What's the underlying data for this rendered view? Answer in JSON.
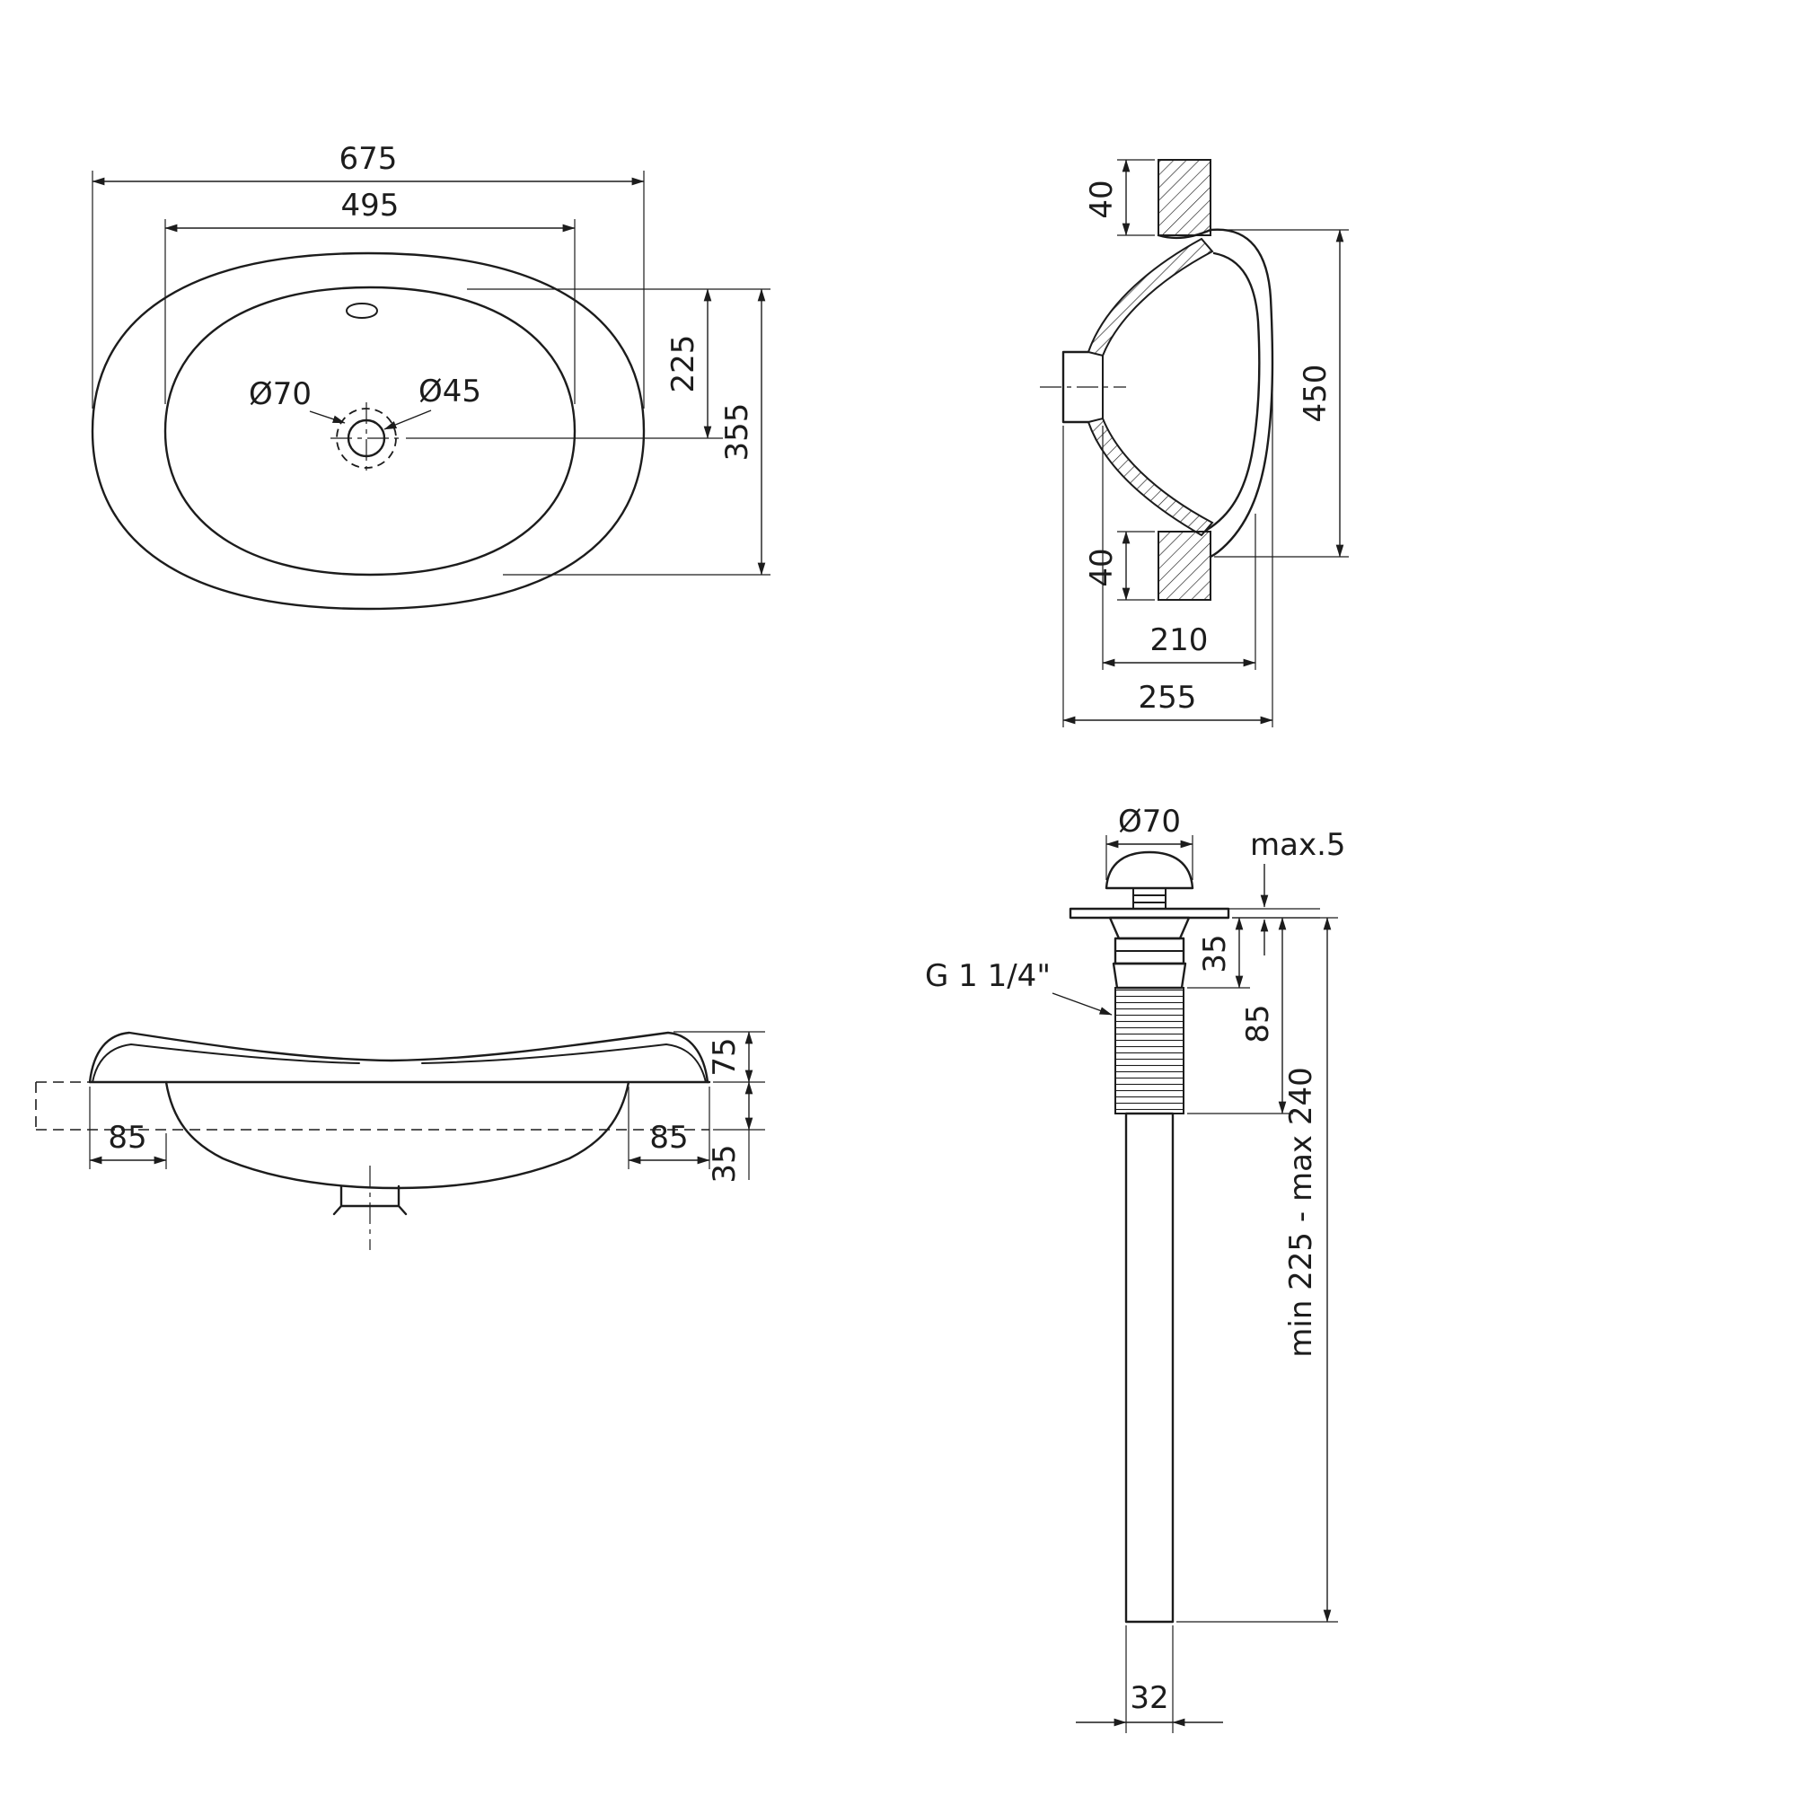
{
  "top_view": {
    "overall_width": "675",
    "bowl_width": "495",
    "drain_center_offset": "225",
    "bowl_depth": "355",
    "overflow_ring_dia": "Ø70",
    "drain_hole_dia": "Ø45"
  },
  "section_view": {
    "counter_thickness_top": "40",
    "counter_thickness_bottom": "40",
    "overall_depth": "450",
    "cutout_width": "210",
    "overall_width": "255"
  },
  "front_view": {
    "rim_height": "75",
    "overhang_left": "85",
    "overhang_right": "85",
    "counter_thickness": "35"
  },
  "drain_assembly": {
    "cap_dia": "Ø70",
    "max_protrusion": "max.5",
    "upper_body_height": "35",
    "body_height": "85",
    "thread_spec": "G 1 1/4\"",
    "length_range": "min 225 - max 240",
    "pipe_dia": "32"
  }
}
